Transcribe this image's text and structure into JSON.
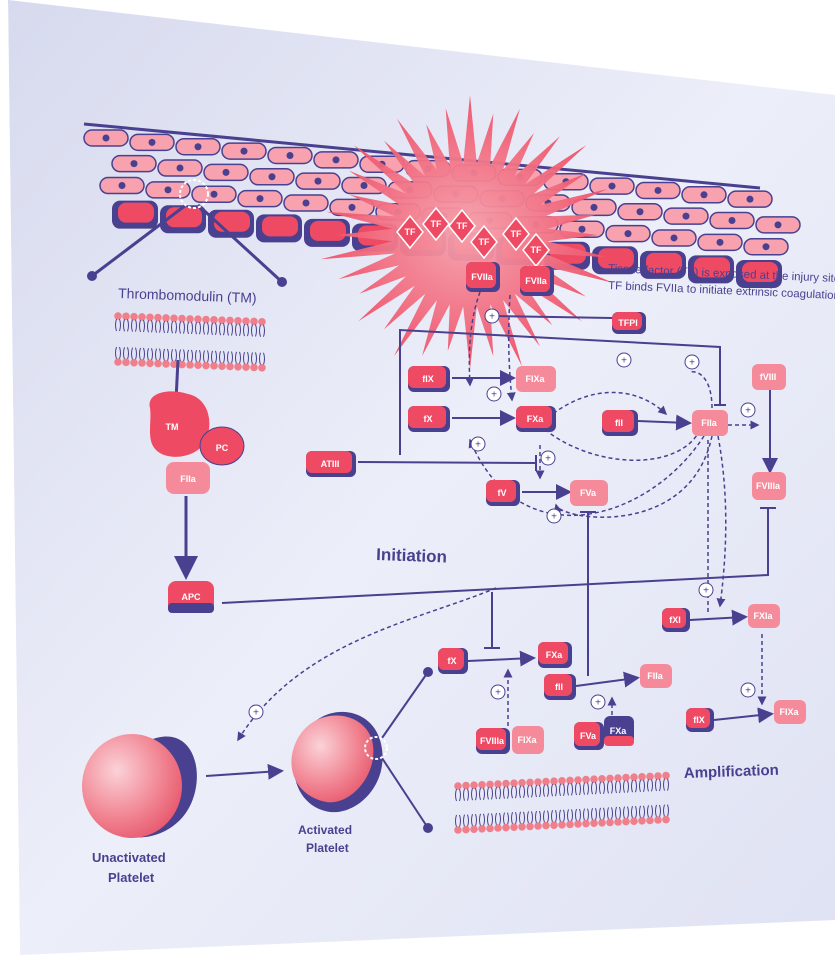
{
  "colors": {
    "pink": "#ee4a64",
    "pink_light": "#f7a2ae",
    "purple": "#4a4090",
    "purple_dark": "#3b3478",
    "panel": "#e6e8f6",
    "membrane_head": "#f07f8c"
  },
  "labels": {
    "thrombomodulin": "Thrombomodulin (TM)",
    "tissue_factor_line1": "Tissue factor (TF) is exposed at the injury site.",
    "tissue_factor_line2": "TF binds FVIIa to initiate extrinsic coagulation",
    "initiation": "Initiation",
    "amplification": "Amplification",
    "unactivated_line1": "Unactivated",
    "unactivated_line2": "Platelet",
    "activated_line1": "Activated",
    "activated_line2": "Platelet",
    "plus": "+"
  },
  "tm_complex": {
    "tm": "TM",
    "pc": "PC",
    "fiia": "FIIa",
    "apc": "APC"
  },
  "tf_labels": [
    "TF",
    "TF",
    "TF",
    "TF",
    "TF",
    "TF"
  ],
  "factors": {
    "fviia_1": "FVIIa",
    "fviia_2": "FVIIa",
    "tfpi": "TFPI",
    "fix": "fIX",
    "fixa": "FIXa",
    "fx": "fX",
    "fxa": "FXa",
    "fii": "fII",
    "fiia": "FIIa",
    "fviii": "fVIII",
    "fviiia": "FVIIIa",
    "atiii": "ATIII",
    "fv": "fV",
    "fva": "FVa",
    "fxi": "fXI",
    "fxia": "FXIa",
    "amp_fx": "fX",
    "amp_fxa": "FXa",
    "amp_fii": "fII",
    "amp_fiia": "FIIa",
    "amp_fix": "fIX",
    "amp_fixa": "FIXa",
    "mem_fviiia": "FVIIIa",
    "mem_fixa": "FIXa",
    "mem_fva": "FVa",
    "mem_fxa": "FXa"
  }
}
